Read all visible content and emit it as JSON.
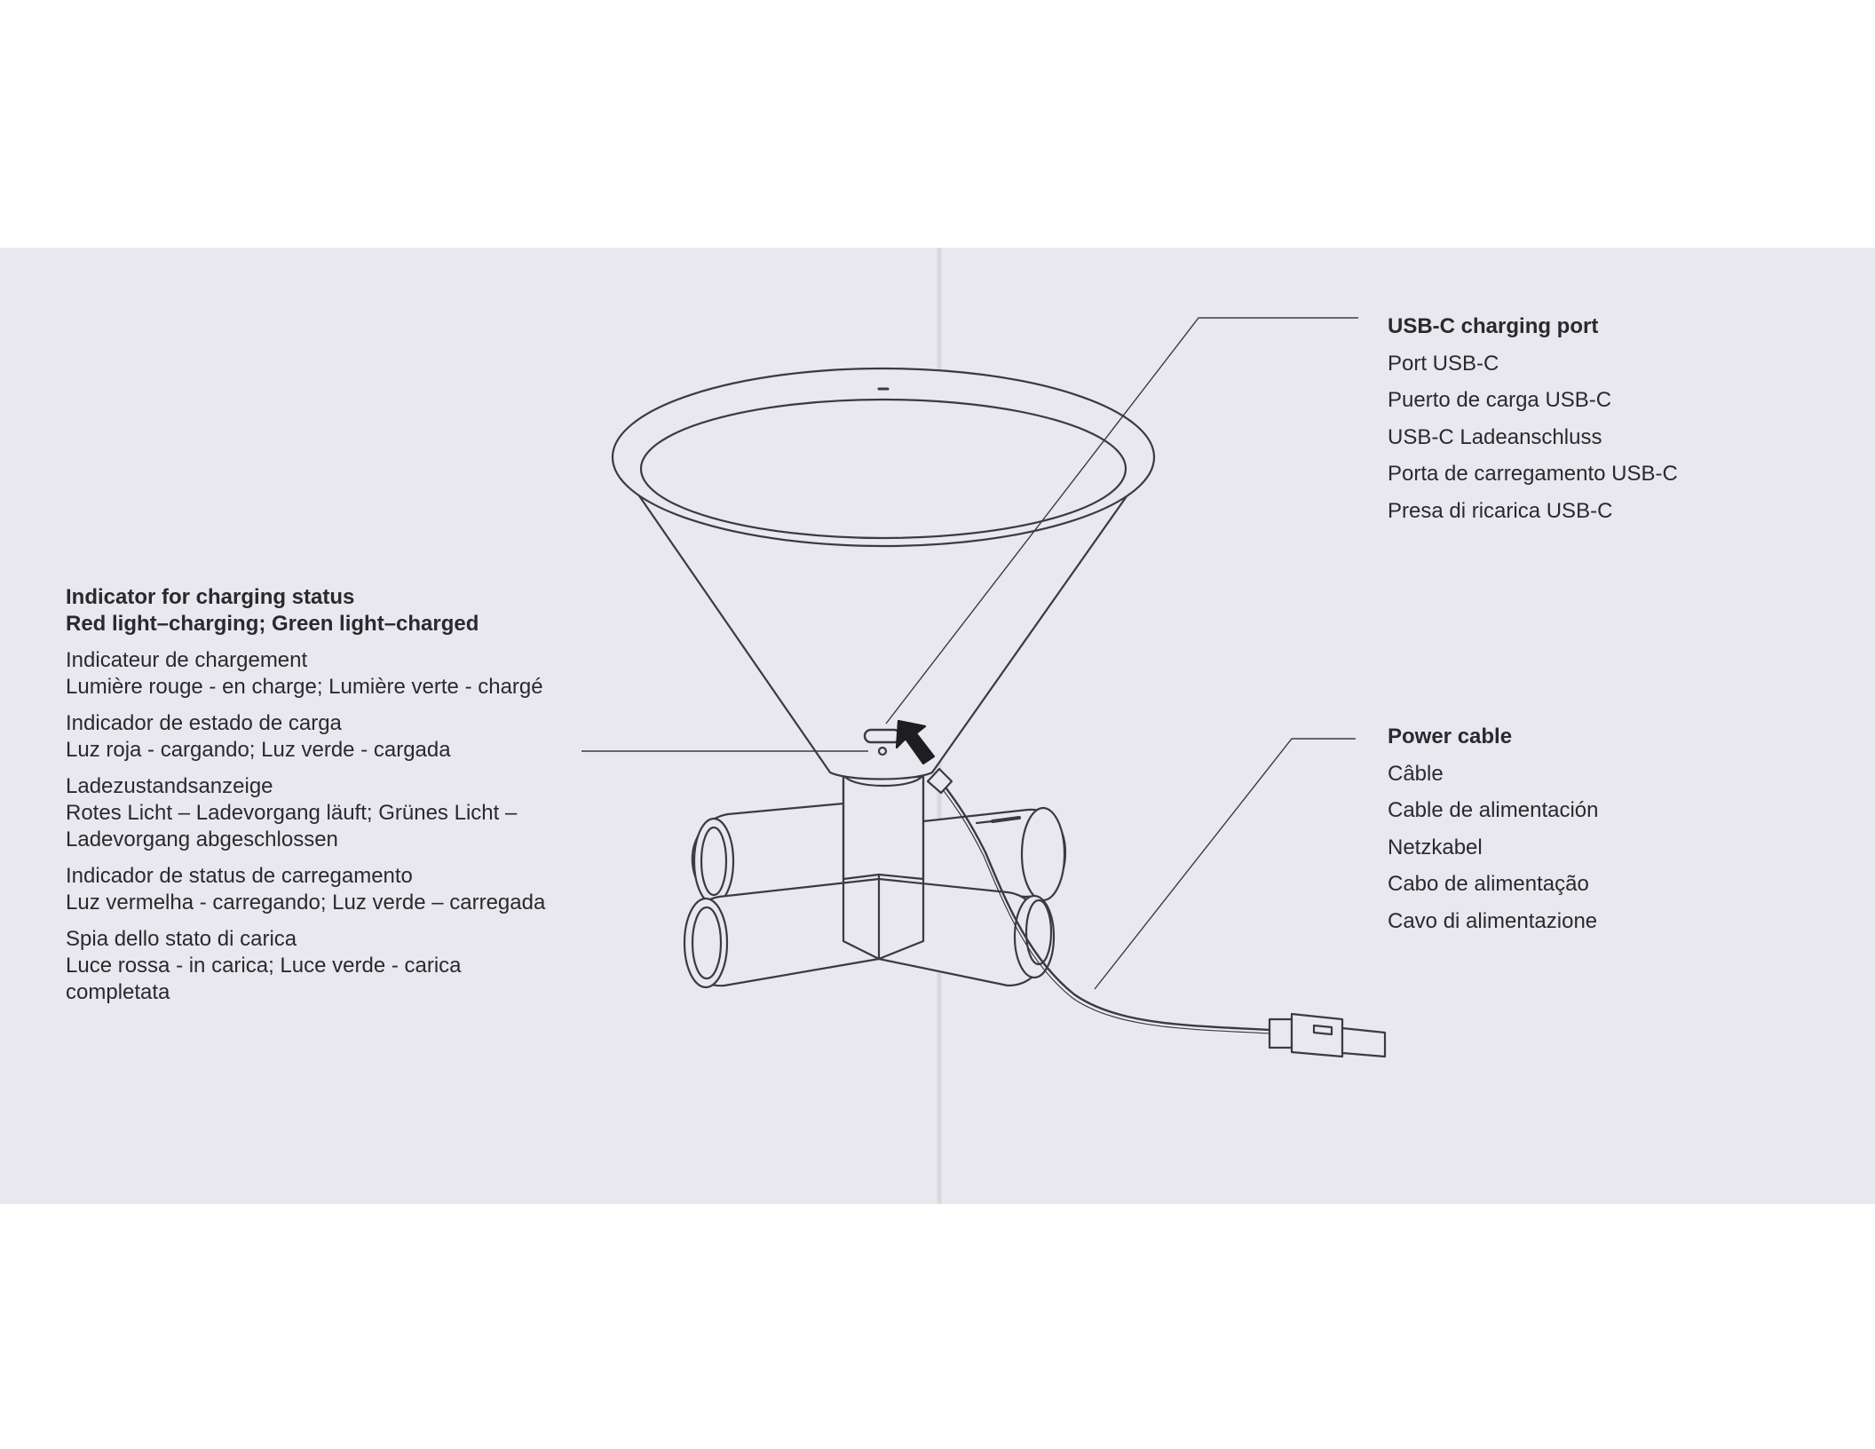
{
  "left_callout": {
    "title_line1": "Indicator for charging status",
    "title_line2": "Red light–charging; Green light–charged",
    "blocks": [
      {
        "line1": "Indicateur de chargement",
        "line2": "Lumière rouge - en charge; Lumière verte - chargé"
      },
      {
        "line1": "Indicador de estado de carga",
        "line2": "Luz roja - cargando; Luz verde - cargada"
      },
      {
        "line1": "Ladezustandsanzeige",
        "line2": "Rotes Licht – Ladevorgang läuft; Grünes Licht –",
        "line3": "Ladevorgang abgeschlossen"
      },
      {
        "line1": "Indicador de status de carregamento",
        "line2": "Luz vermelha - carregando; Luz verde – carregada"
      },
      {
        "line1": "Spia dello stato di carica",
        "line2": "Luce rossa - in carica; Luce verde - carica",
        "line3": "completata"
      }
    ]
  },
  "usb_callout": {
    "title": "USB-C charging port",
    "items": [
      "Port USB-C",
      "Puerto de carga USB-C",
      "USB-C Ladeanschluss",
      "Porta de carregamento USB-C",
      "Presa di ricarica USB-C"
    ]
  },
  "cable_callout": {
    "title": "Power cable",
    "items": [
      "Câble",
      "Cable de alimentación",
      "Netzkabel",
      "Cabo de alimentação",
      "Cavo di alimentazione"
    ]
  }
}
